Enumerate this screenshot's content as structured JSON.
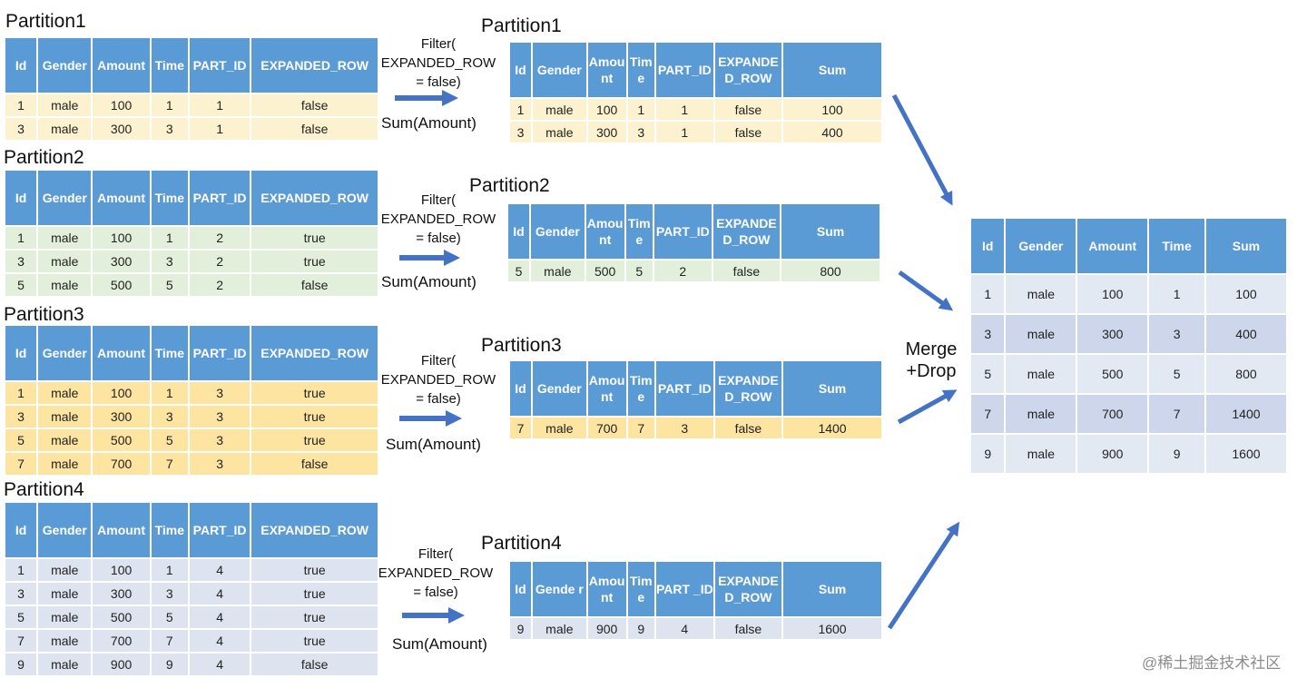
{
  "watermark": "@稀土掘金技术社区",
  "merge_label_1": "Merge",
  "merge_label_2": "+Drop",
  "filter_lines": [
    "Filter(",
    "EXPANDED_ROW",
    "= false)"
  ],
  "sum_label": "Sum(Amount)",
  "inputs": [
    {
      "title": "Partition1",
      "headers": [
        "Id",
        "Gender",
        "Amount",
        "Time",
        "PART_ID",
        "EXPANDED_ROW"
      ],
      "rows": [
        [
          "1",
          "male",
          "100",
          "1",
          "1",
          "false"
        ],
        [
          "3",
          "male",
          "300",
          "3",
          "1",
          "false"
        ]
      ]
    },
    {
      "title": "Partition2",
      "headers": [
        "Id",
        "Gender",
        "Amount",
        "Time",
        "PART_ID",
        "EXPANDED_ROW"
      ],
      "rows": [
        [
          "1",
          "male",
          "100",
          "1",
          "2",
          "true"
        ],
        [
          "3",
          "male",
          "300",
          "3",
          "2",
          "true"
        ],
        [
          "5",
          "male",
          "500",
          "5",
          "2",
          "false"
        ]
      ]
    },
    {
      "title": "Partition3",
      "headers": [
        "Id",
        "Gender",
        "Amount",
        "Time",
        "PART_ID",
        "EXPANDED_ROW"
      ],
      "rows": [
        [
          "1",
          "male",
          "100",
          "1",
          "3",
          "true"
        ],
        [
          "3",
          "male",
          "300",
          "3",
          "3",
          "true"
        ],
        [
          "5",
          "male",
          "500",
          "5",
          "3",
          "true"
        ],
        [
          "7",
          "male",
          "700",
          "7",
          "3",
          "false"
        ]
      ]
    },
    {
      "title": "Partition4",
      "headers": [
        "Id",
        "Gender",
        "Amount",
        "Time",
        "PART_ID",
        "EXPANDED_ROW"
      ],
      "rows": [
        [
          "1",
          "male",
          "100",
          "1",
          "4",
          "true"
        ],
        [
          "3",
          "male",
          "300",
          "3",
          "4",
          "true"
        ],
        [
          "5",
          "male",
          "500",
          "5",
          "4",
          "true"
        ],
        [
          "7",
          "male",
          "700",
          "7",
          "4",
          "true"
        ],
        [
          "9",
          "male",
          "900",
          "9",
          "4",
          "false"
        ]
      ]
    }
  ],
  "outputs": [
    {
      "title": "Partition1",
      "headers": [
        "Id",
        "Gender",
        "Amount",
        "Time",
        "PART_ID",
        "EXPANDED_ROW",
        "Sum"
      ],
      "rows": [
        [
          "1",
          "male",
          "100",
          "1",
          "1",
          "false",
          "100"
        ],
        [
          "3",
          "male",
          "300",
          "3",
          "1",
          "false",
          "400"
        ]
      ]
    },
    {
      "title": "Partition2",
      "headers": [
        "Id",
        "Gender",
        "Amount",
        "Time",
        "PART_ID",
        "EXPANDED_ROW",
        "Sum"
      ],
      "rows": [
        [
          "5",
          "male",
          "500",
          "5",
          "2",
          "false",
          "800"
        ]
      ]
    },
    {
      "title": "Partition3",
      "headers": [
        "Id",
        "Gender",
        "Amount",
        "Time",
        "PART_ID",
        "EXPANDED_ROW",
        "Sum"
      ],
      "rows": [
        [
          "7",
          "male",
          "700",
          "7",
          "3",
          "false",
          "1400"
        ]
      ]
    },
    {
      "title": "Partition4",
      "headers": [
        "Id",
        "Gende r",
        "Amount",
        "Time",
        "PART _ID",
        "EXPANDED_ROW",
        "Sum"
      ],
      "rows": [
        [
          "9",
          "male",
          "900",
          "9",
          "4",
          "false",
          "1600"
        ]
      ]
    }
  ],
  "result": {
    "headers": [
      "Id",
      "Gender",
      "Amount",
      "Time",
      "Sum"
    ],
    "rows": [
      [
        "1",
        "male",
        "100",
        "1",
        "100"
      ],
      [
        "3",
        "male",
        "300",
        "3",
        "400"
      ],
      [
        "5",
        "male",
        "500",
        "5",
        "800"
      ],
      [
        "7",
        "male",
        "700",
        "7",
        "1400"
      ],
      [
        "9",
        "male",
        "900",
        "9",
        "1600"
      ]
    ]
  },
  "colors": {
    "header": "#5b9bd5",
    "arrow": "#4472c4",
    "partition1_rows": "#fdf2cf",
    "partition2_rows": "#e2efda",
    "partition3_rows": "#fde4a0",
    "partition4_rows": "#dde3ef",
    "result_rows": [
      "#e3e9f3",
      "#cdd6ea"
    ]
  }
}
